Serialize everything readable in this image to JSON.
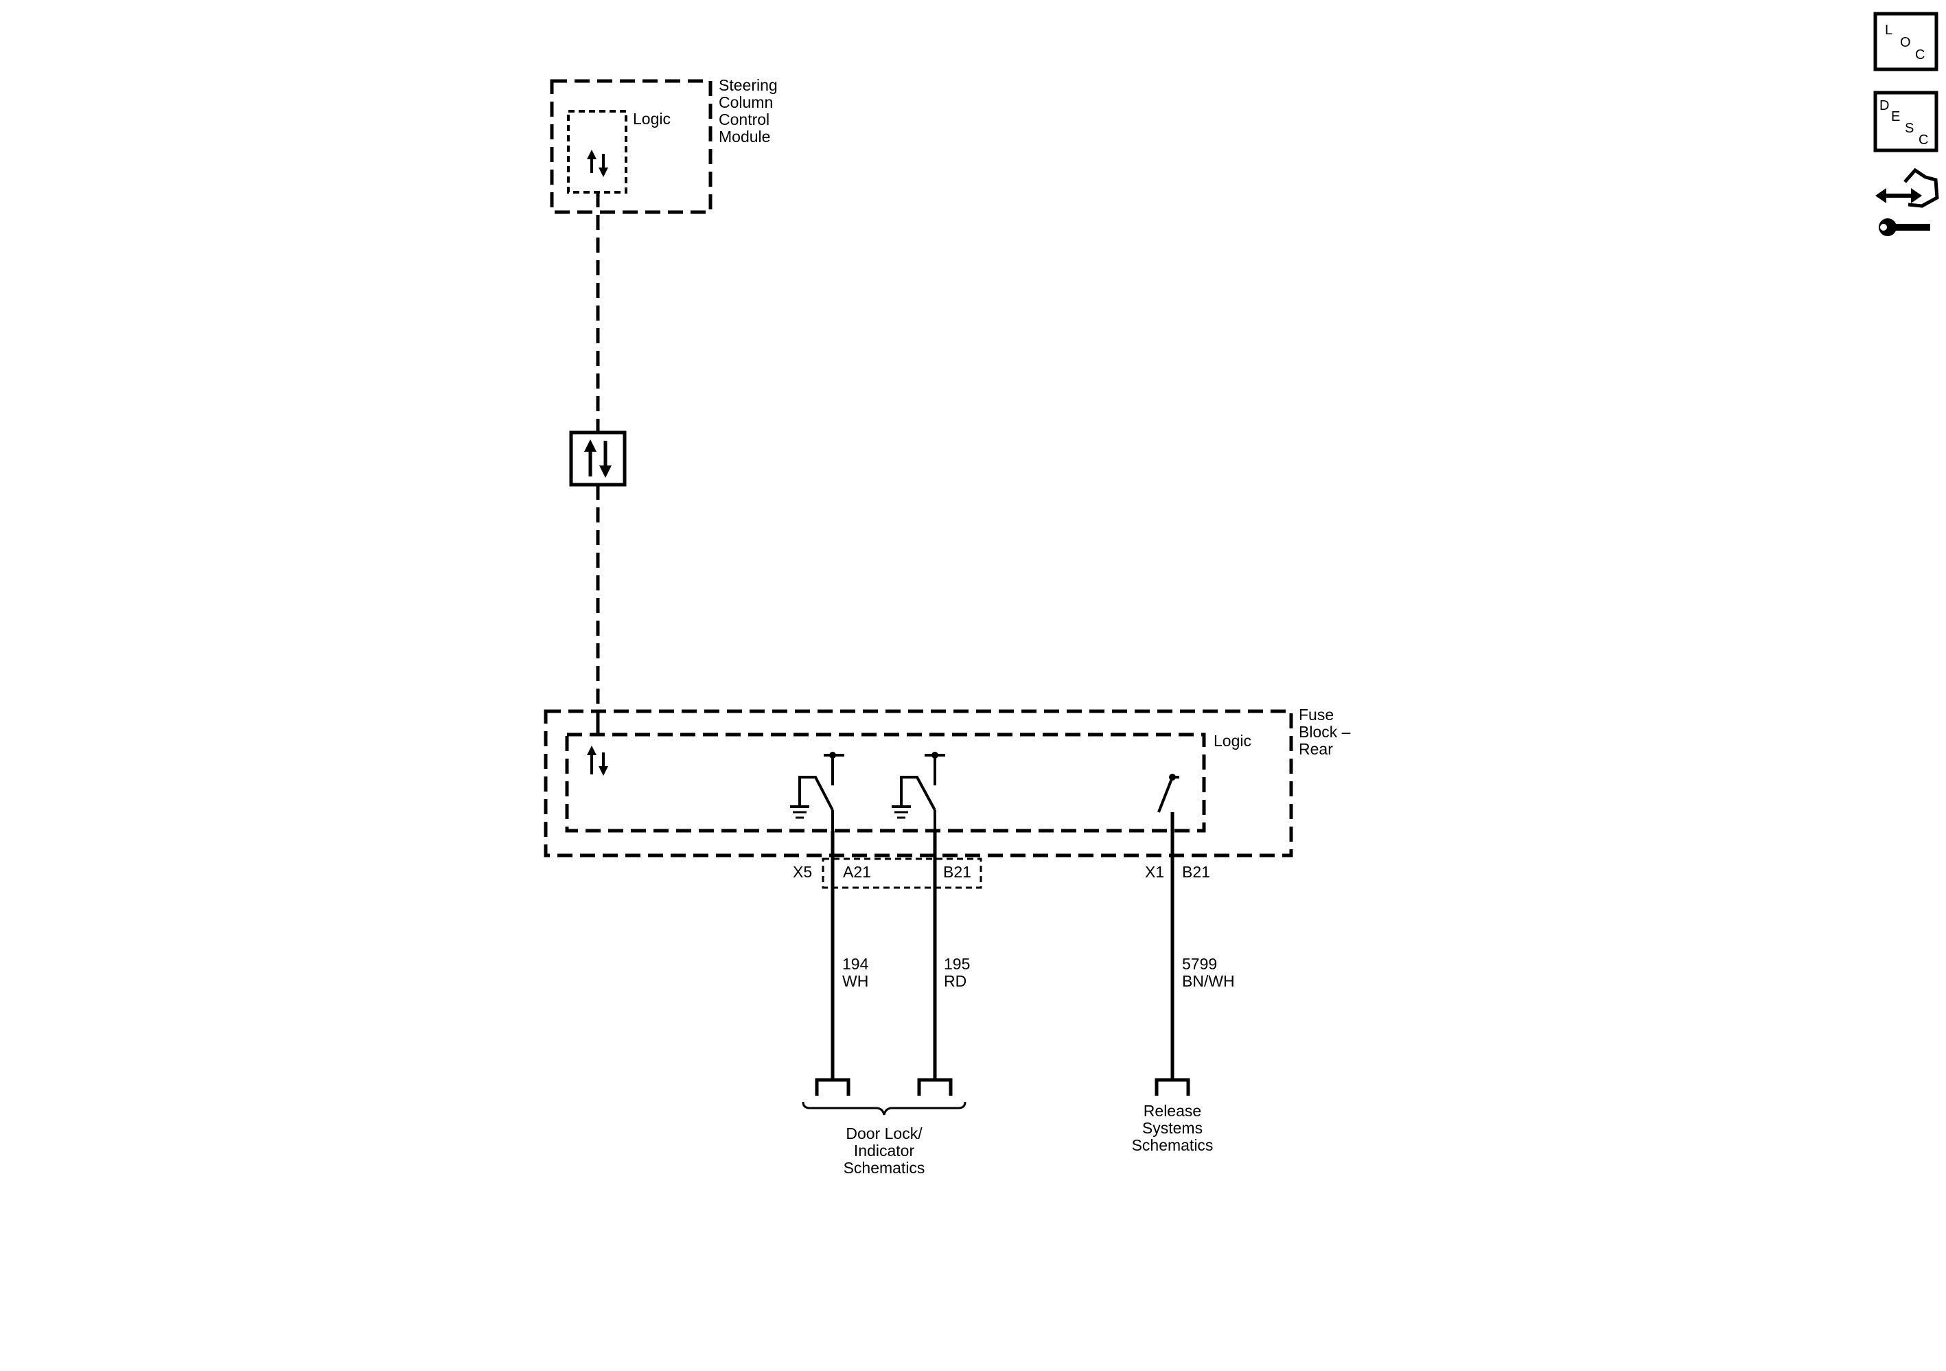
{
  "modules": {
    "sccm": {
      "name_lines": [
        "Steering",
        "Column",
        "Control",
        "Module"
      ],
      "logic_label": "Logic"
    },
    "fuse_block": {
      "name_lines": [
        "Fuse",
        "Block –",
        "Rear"
      ],
      "logic_label": "Logic"
    }
  },
  "connectors": {
    "x5": {
      "label": "X5",
      "pins": [
        "A21",
        "B21"
      ]
    },
    "x1": {
      "label": "X1",
      "pins": [
        "B21"
      ]
    }
  },
  "wires": [
    {
      "circuit": "194",
      "color": "WH"
    },
    {
      "circuit": "195",
      "color": "RD"
    },
    {
      "circuit": "5799",
      "color": "BN/WH"
    }
  ],
  "references": {
    "door_lock": [
      "Door Lock/",
      "Indicator",
      "Schematics"
    ],
    "release": [
      "Release",
      "Systems",
      "Schematics"
    ]
  },
  "toolbar": {
    "loc": {
      "letters": [
        "L",
        "O",
        "C"
      ],
      "icon": "location-icon"
    },
    "desc": {
      "letters": [
        "D",
        "E",
        "S",
        "C"
      ],
      "icon": "description-icon"
    },
    "connector": {
      "icon": "connector-end-view-icon"
    }
  }
}
